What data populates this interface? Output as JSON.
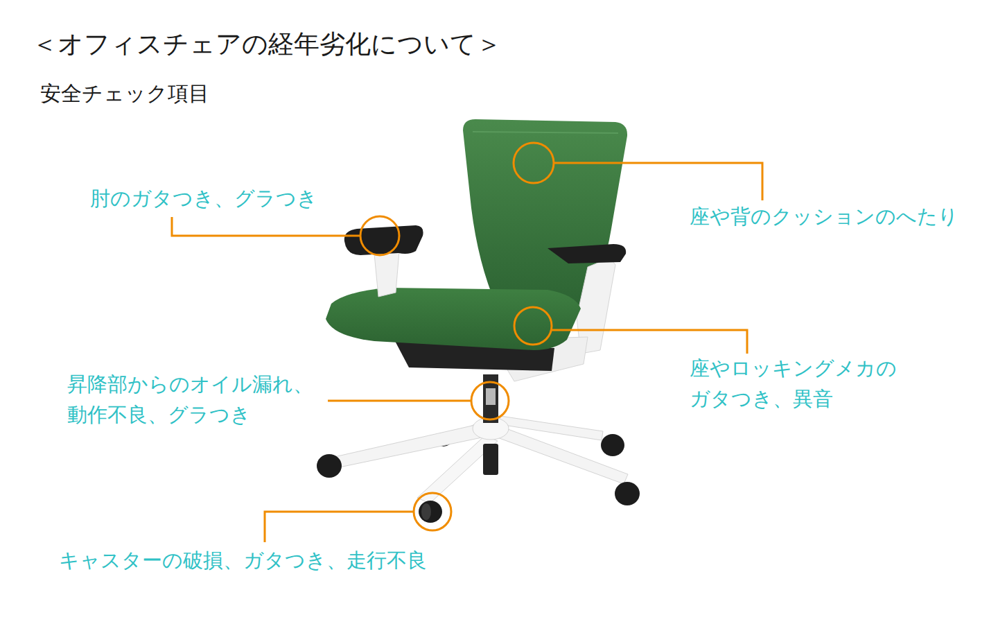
{
  "diagram": {
    "title": "＜オフィスチェアの経年劣化について＞",
    "labels": [
      "安全チェック項目",
      "肘のガタつき、グラつき",
      "座や背のクッションのへたり",
      "座やロッキングメカの ガタつき、異音",
      "昇降部からのオイル漏れ、 動作不良、グラつき",
      "キャスターの破損、ガタつき、走行不良"
    ]
  }
}
